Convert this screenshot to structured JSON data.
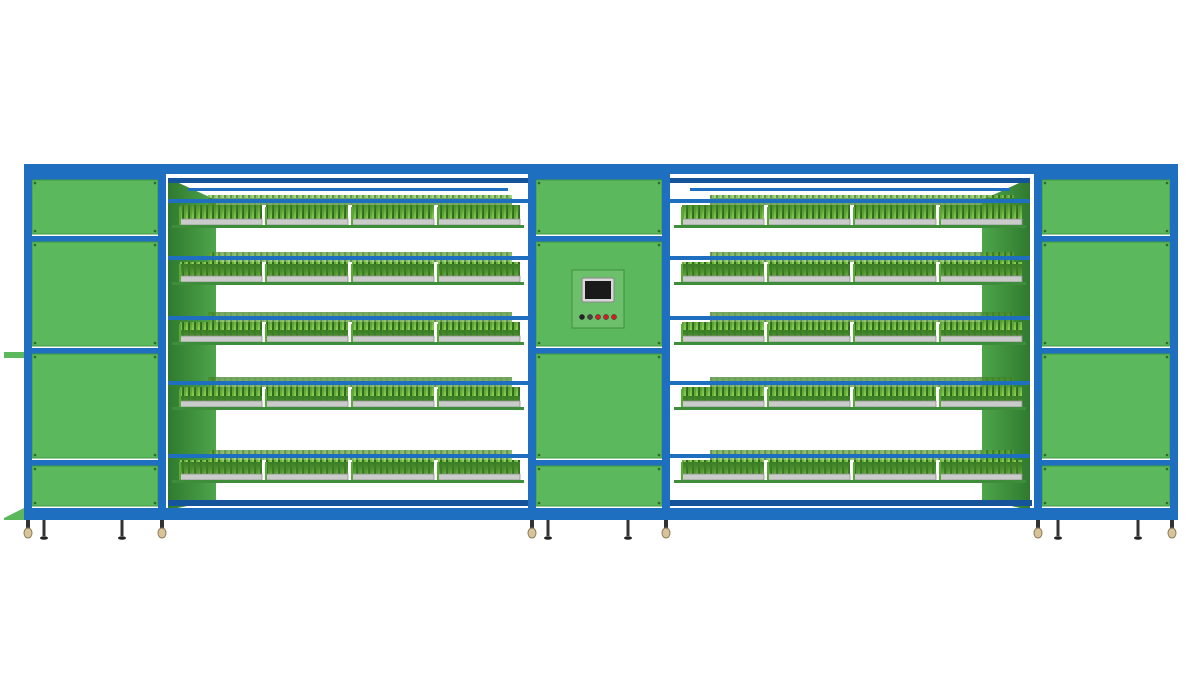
{
  "scene": {
    "subject": "hydroponic-fodder-growing-rack",
    "colors": {
      "frame_blue": "#1f6fc0",
      "frame_blue_dark": "#15549a",
      "panel_green": "#5cb85c",
      "panel_green_dark": "#3f9a3f",
      "tray_grey": "#c9ccc8",
      "grass_dark": "#2f6e1e",
      "grass_light": "#7fc44a",
      "shade_green": "#3e8d3a",
      "wheel_tan": "#d9c49a",
      "screen_black": "#1a1a1a"
    },
    "shelf_levels": 5,
    "trays_per_row": 4,
    "control_panel": {
      "has_touch_screen": true,
      "button_colors": [
        "#222222",
        "#444444",
        "#cc2222",
        "#cc2222",
        "#cc2222"
      ]
    }
  }
}
